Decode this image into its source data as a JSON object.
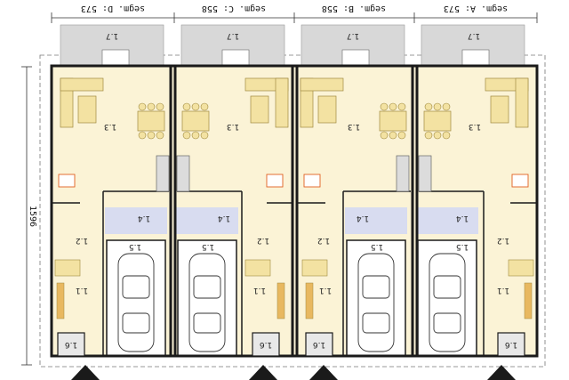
{
  "segments": [
    {
      "label": "segm. D: 573"
    },
    {
      "label": "segm. C: 558"
    },
    {
      "label": "segm. B: 558"
    },
    {
      "label": "segm. A: 573"
    }
  ],
  "depth_dimension": "1596",
  "room_codes": {
    "terrace": "1.7",
    "living": "1.3",
    "hall": "1.2",
    "bath": "1.4",
    "garage": "1.5",
    "entry": "1.1",
    "porch": "1.6"
  },
  "colors": {
    "floor": "#fbf3d6",
    "terrace": "#d8d8d8",
    "bath": "#d8dcf0",
    "garage": "#ffffff",
    "wall": "#1a1a1a",
    "furniture": "#f3e2a2",
    "fireplace": "#e06020"
  }
}
